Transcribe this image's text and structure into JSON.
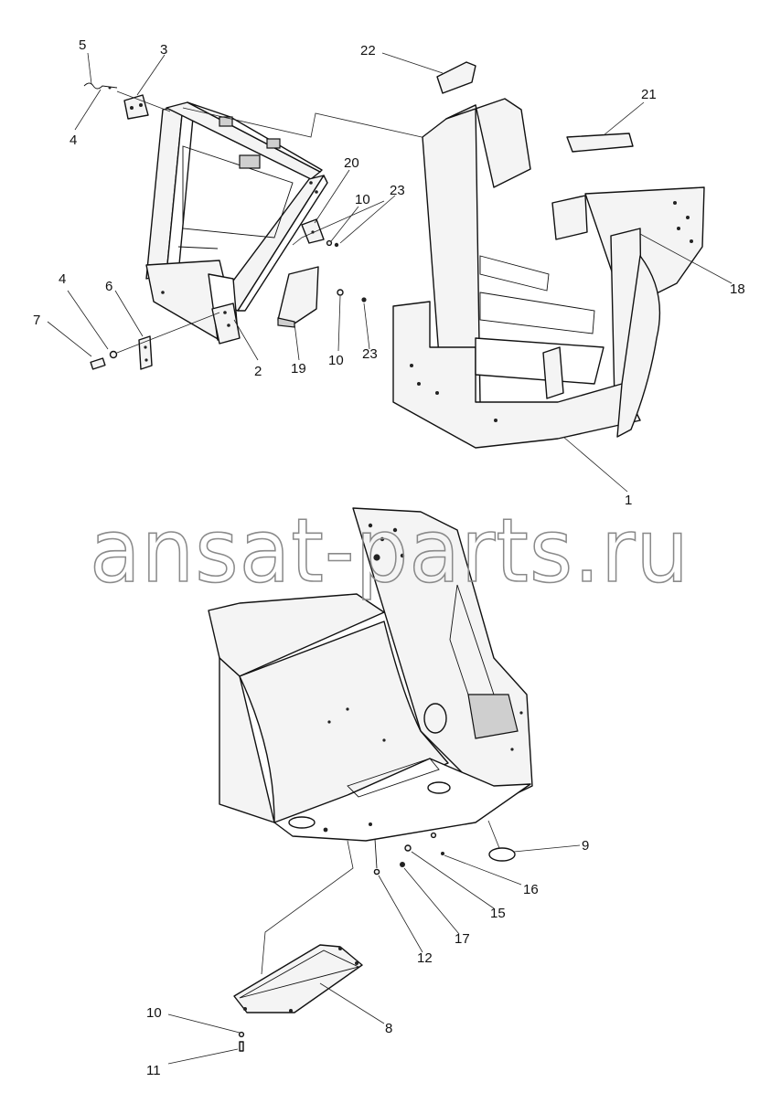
{
  "watermark": "ansat-parts.ru",
  "callouts": {
    "c1": "1",
    "c2": "2",
    "c3": "3",
    "c4a": "4",
    "c4b": "4",
    "c5": "5",
    "c6": "6",
    "c7": "7",
    "c8": "8",
    "c9": "9",
    "c10a": "10",
    "c10b": "10",
    "c10c": "10",
    "c11": "11",
    "c12": "12",
    "c15": "15",
    "c16": "16",
    "c17": "17",
    "c18": "18",
    "c19": "19",
    "c20": "20",
    "c21": "21",
    "c22": "22",
    "c23a": "23",
    "c23b": "23"
  }
}
